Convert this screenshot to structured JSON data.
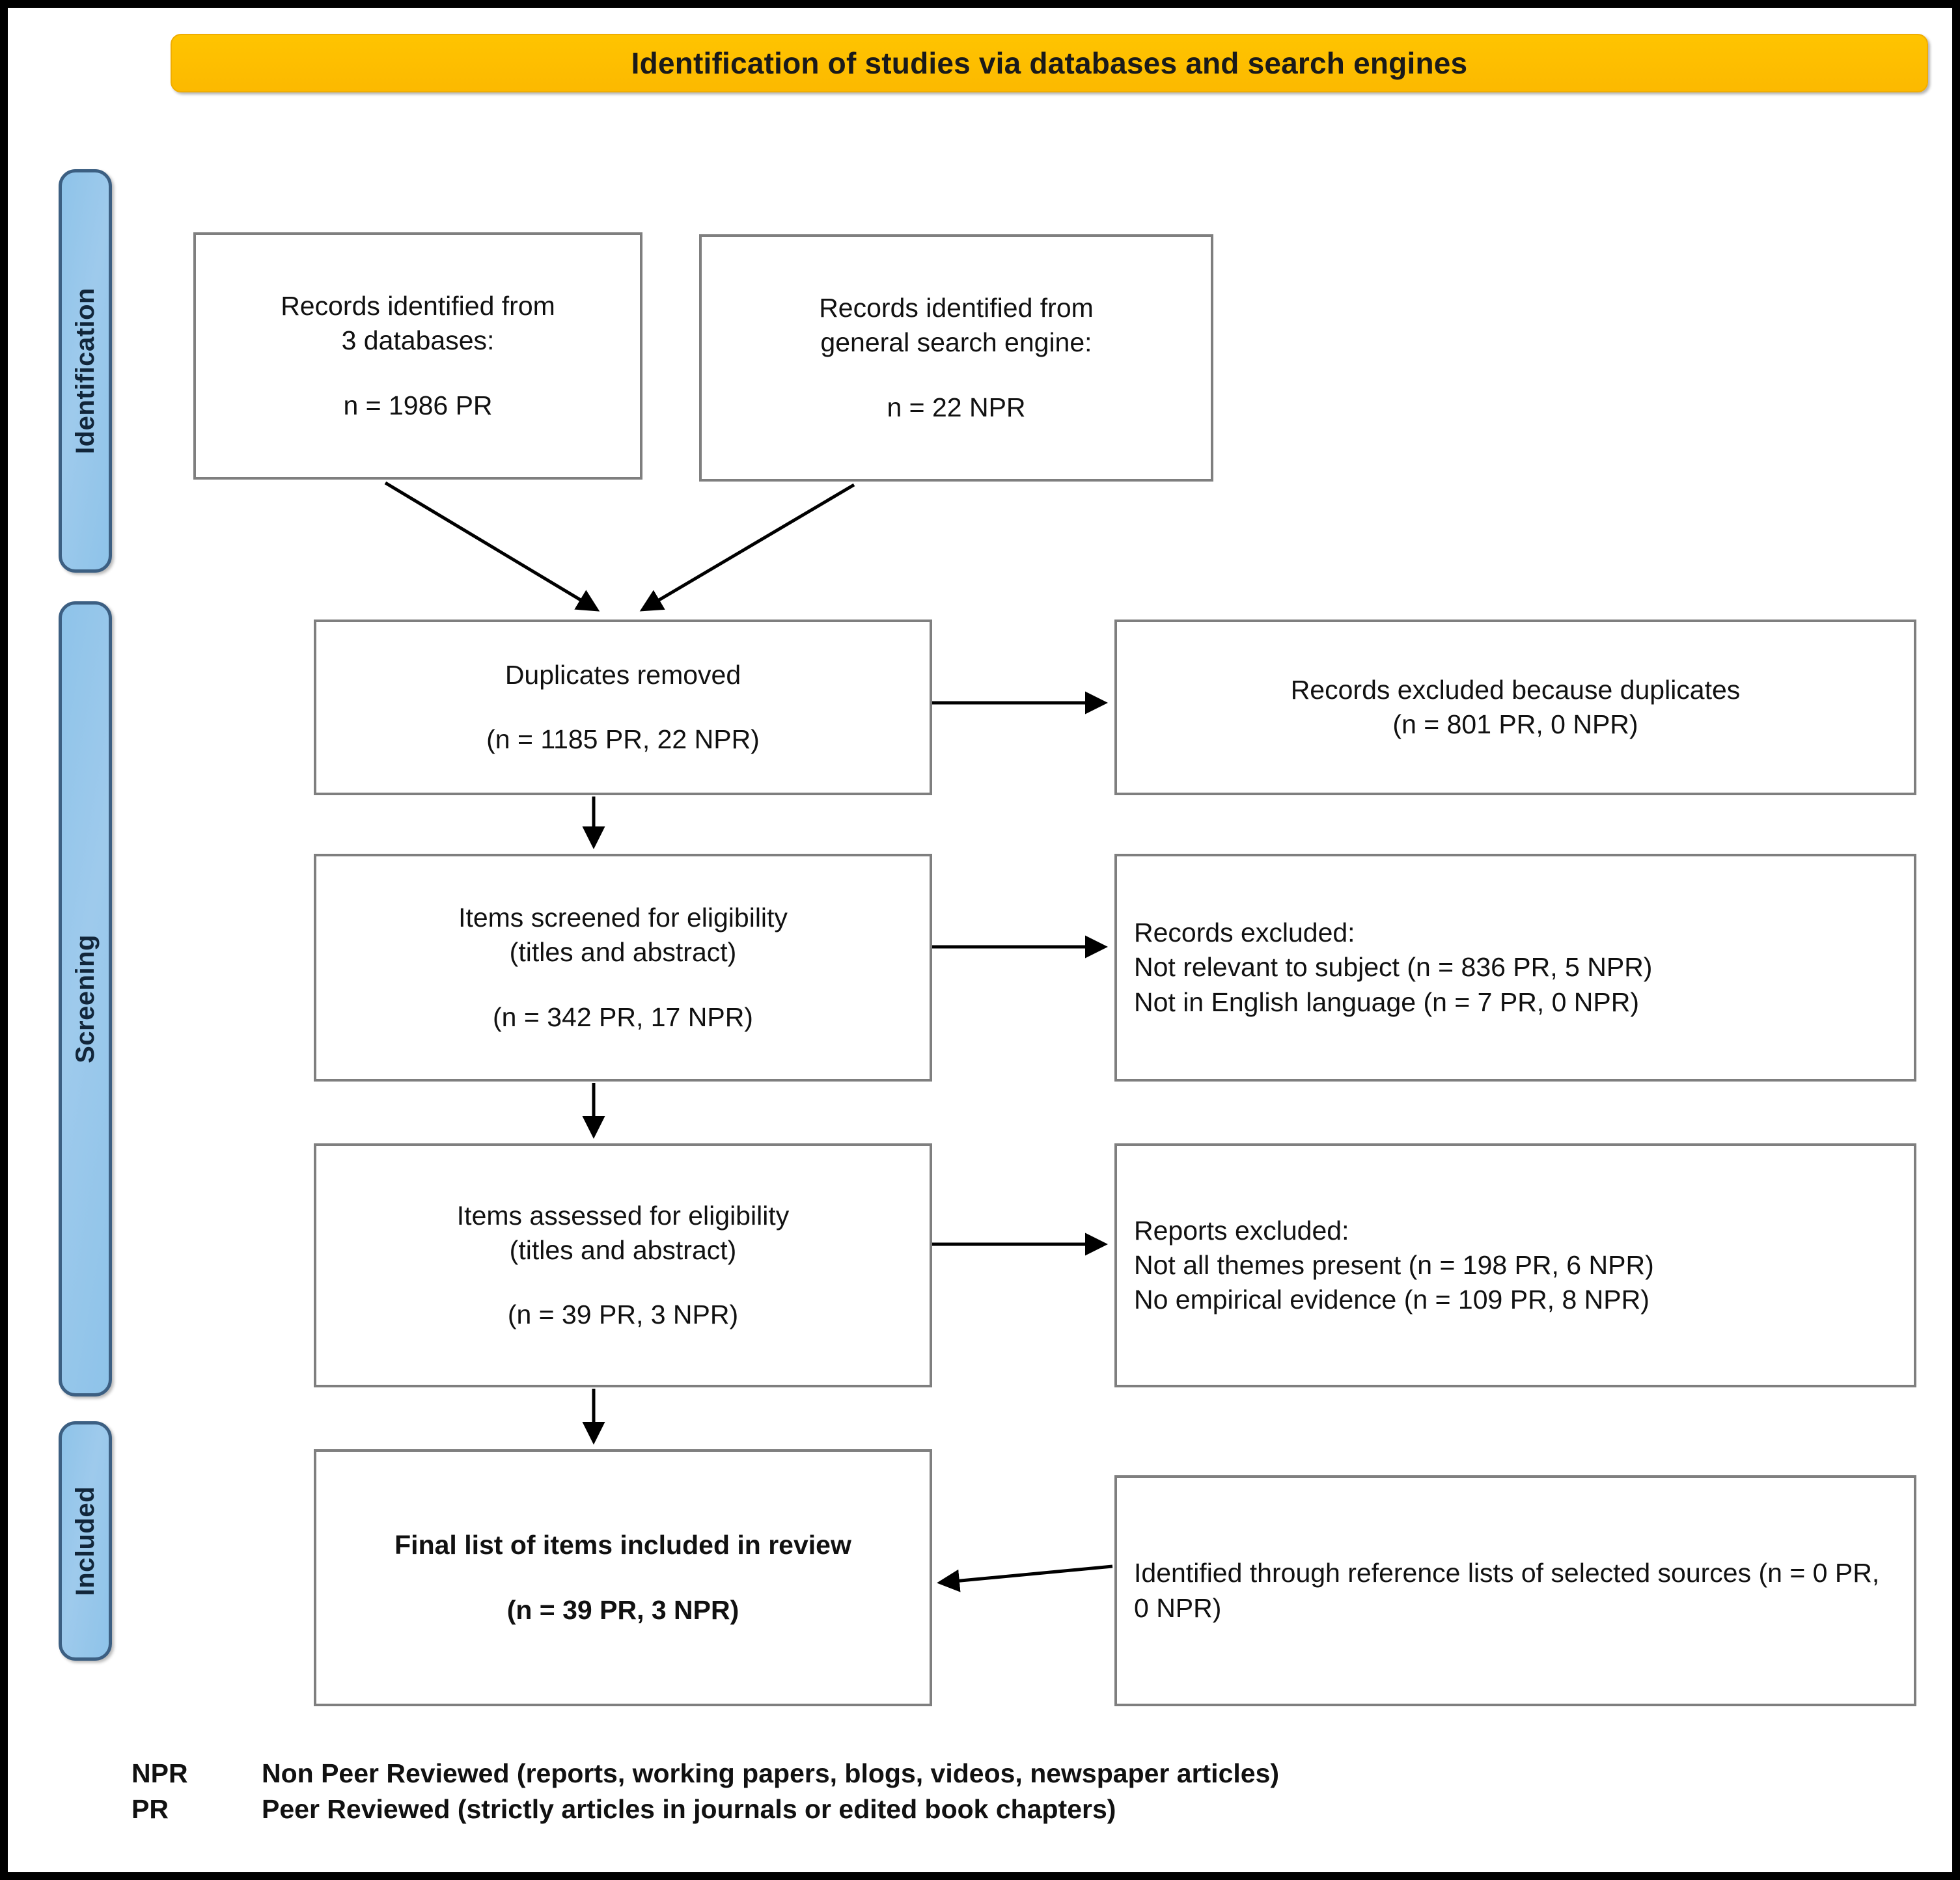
{
  "title": {
    "banner": "Identification of studies via databases and search engines"
  },
  "stages": [
    {
      "id": "identification",
      "label": "Identification"
    },
    {
      "id": "screening",
      "label": "Screening"
    },
    {
      "id": "included",
      "label": "Included"
    }
  ],
  "boxes": {
    "records_databases": {
      "line1": "Records identified from",
      "line2": "3 databases:",
      "line3": "n = 1986 PR"
    },
    "records_search_engine": {
      "line1": "Records identified from",
      "line2": "general search engine:",
      "line3": "n = 22 NPR"
    },
    "duplicates_removed": {
      "line1": "Duplicates removed",
      "line2": "(n = 1185 PR, 22 NPR)"
    },
    "duplicates_excluded": {
      "line1": "Records excluded because duplicates",
      "line2": "(n = 801 PR, 0 NPR)"
    },
    "items_screened": {
      "line1": "Items screened for eligibility",
      "line2": "(titles and abstract)",
      "line3": "(n = 342 PR, 17 NPR)"
    },
    "records_excluded": {
      "line1": "Records excluded:",
      "line2": "Not relevant to subject (n = 836 PR, 5 NPR)",
      "line3": "Not in English language (n = 7 PR, 0 NPR)"
    },
    "items_assessed": {
      "line1": "Items assessed for eligibility",
      "line2": "(titles and abstract)",
      "line3": "(n = 39 PR, 3 NPR)"
    },
    "reports_excluded": {
      "line1": "Reports excluded:",
      "line2": "Not all themes present (n = 198 PR, 6 NPR)",
      "line3": "No empirical evidence (n = 109 PR, 8 NPR)"
    },
    "final_list": {
      "line1": "Final list of items included in review",
      "line2": "(n = 39 PR, 3 NPR)"
    },
    "reference_lists": {
      "line1": "Identified through reference lists of selected sources (n = 0 PR, 0 NPR)"
    }
  },
  "legend": [
    {
      "key": "NPR",
      "definition": "Non Peer Reviewed (reports, working papers, blogs, videos, newspaper articles)"
    },
    {
      "key": "PR",
      "definition": "Peer Reviewed (strictly articles in journals or edited book chapters)"
    }
  ],
  "colors": {
    "banner": "#ffc400",
    "stage_band_fill": "#8ec3e9",
    "stage_band_border": "#3c5f82",
    "box_border": "#7f7f7f",
    "page_border": "#000000",
    "arrow": "#000000"
  }
}
